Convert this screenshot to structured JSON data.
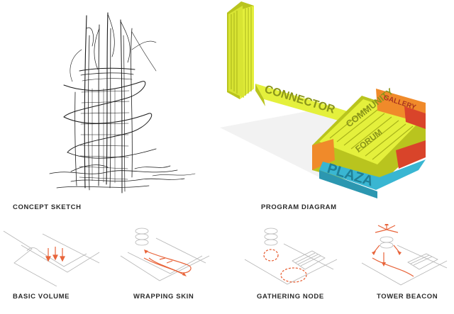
{
  "captions": {
    "concept_sketch": "CONCEPT SKETCH",
    "program_diagram": "PROGRAM DIAGRAM",
    "basic_volume": "BASIC VOLUME",
    "wrapping_skin": "WRAPPING SKIN",
    "gathering_node": "GATHERING NODE",
    "tower_beacon": "TOWER BEACON"
  },
  "diagram_words": {
    "connector": "CONNECTOR",
    "plaza": "PLAZA",
    "community": "COMMUNITY",
    "forum": "FORUM",
    "gallery": "GALLERY"
  },
  "colors": {
    "ink": "#1a1a1a",
    "yellow": "#e4f03c",
    "yellow_shade": "#b9c41e",
    "orange": "#f08a2a",
    "red": "#d9442a",
    "cyan": "#39b6d2",
    "arrow": "#e8643a",
    "light_line": "#b5b5b5"
  }
}
